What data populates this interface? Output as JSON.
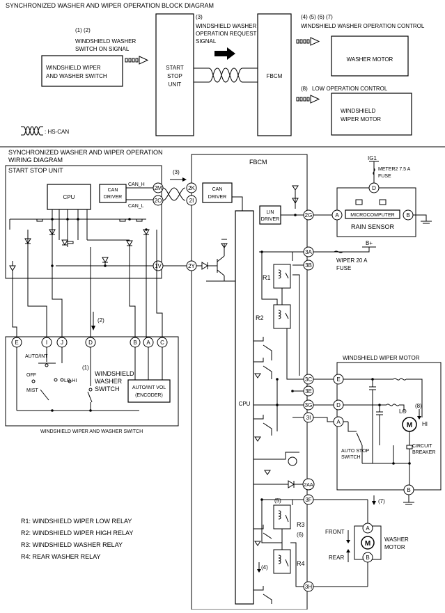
{
  "block": {
    "title": "SYNCHRONIZED WASHER AND WIPER OPERATION BLOCK DIAGRAM",
    "n12": "(1) (2)",
    "washer_on_1": "WINDSHIELD WASHER",
    "washer_on_2": "SWITCH ON SIGNAL",
    "n3": "(3)",
    "req_1": "WINDSHIELD WASHER",
    "req_2": "OPERATION REQUEST",
    "req_3": "SIGNAL",
    "n4567": "(4) (5) (6) (7)",
    "washer_ctrl": "WINDSHIELD WASHER  OPERATION CONTROL",
    "n8": "(8)",
    "low_ctrl": "LOW OPERATION CONTROL",
    "switch_1": "WINDSHIELD WIPER",
    "switch_2": "AND WASHER SWITCH",
    "ssu_1": "START",
    "ssu_2": "STOP",
    "ssu_3": "UNIT",
    "fbcm": "FBCM",
    "washer_motor": "WASHER MOTOR",
    "wiper_motor_1": "WINDSHIELD",
    "wiper_motor_2": "WIPER MOTOR",
    "hscan": ": HS-CAN"
  },
  "wiring": {
    "title_1": "SYNCHRONIZED WASHER AND WIPER OPERATION",
    "title_2": "WIRING DIAGRAM",
    "ssu": "START STOP UNIT",
    "fbcm": "FBCM",
    "cpu": "CPU",
    "can_driver_1": "CAN",
    "can_driver_2": "DRIVER",
    "can_h": "CAN_H",
    "can_l": "CAN_L",
    "lin_1": "LIN",
    "lin_2": "DRIVER",
    "n3": "(3)",
    "n2": "(2)",
    "n1": "(1)",
    "n5": "(5)",
    "n6": "(6)",
    "n4": "(4)",
    "n7": "(7)",
    "n8": "(8)",
    "ig1": "IG1",
    "meter_fuse_1": "METER2 7.5 A",
    "meter_fuse_2": "FUSE",
    "microcomputer": "MICROCOMPUTER",
    "rain_sensor": "RAIN SENSOR",
    "bplus": "B+",
    "wiper_fuse_1": "WIPER 20 A",
    "wiper_fuse_2": "FUSE",
    "r1": "R1",
    "r2": "R2",
    "r3": "R3",
    "r4": "R4",
    "wiper_motor_title": "WINDSHIELD WIPER MOTOR",
    "lo": "LO",
    "hi": "HI",
    "m": "M",
    "auto_stop_1": "AUTO STOP",
    "auto_stop_2": "SWITCH",
    "cb_1": "CIRCUIT",
    "cb_2": "BREAKER",
    "front": "FRONT",
    "rear": "REAR",
    "washer_motor_1": "WASHER",
    "washer_motor_2": "MOTOR",
    "auto_int": "AUTO/INT",
    "off": "OFF",
    "mist": "MIST",
    "lo_hi": "LO  HI",
    "ws_washer_1": "WINDSHIELD",
    "ws_washer_2": "WASHER",
    "ws_washer_3": "SWITCH",
    "encoder_1": "AUTO/INT VOL",
    "encoder_2": "(ENCODER)",
    "switch_caption": "WINDSHIELD WIPER AND WASHER SWITCH",
    "pins": {
      "p2M": "2M",
      "p2O": "2O",
      "p2K": "2K",
      "p2I": "2I",
      "p1V": "1V",
      "p2Y": "2Y",
      "p2G": "2G",
      "p3A": "3A",
      "p3B": "3B",
      "p3C": "3C",
      "p3E": "3E",
      "p3G": "3G",
      "p3I": "3I",
      "p2AA": "2AA",
      "p3F": "3F",
      "p3H": "3H",
      "rsA": "A",
      "rsB": "B",
      "rsD": "D",
      "wmE": "E",
      "wmD": "D",
      "wmA": "A",
      "wmB": "B",
      "wsA": "A",
      "wsB": "B",
      "swE": "E",
      "swI": "I",
      "swJ": "J",
      "swD": "D",
      "swB": "B",
      "swA": "A",
      "swC": "C"
    }
  },
  "legend": [
    "R1: WINDSHIELD WIPER LOW RELAY",
    "R2: WINDSHIELD WIPER HIGH RELAY",
    "R3: WINDSHIELD WASHER RELAY",
    "R4: REAR WASHER RELAY"
  ]
}
